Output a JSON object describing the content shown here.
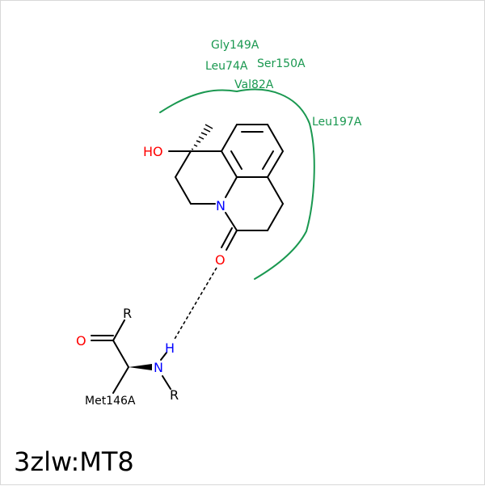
{
  "title": "3zlw:MT8",
  "pocket_residues": [
    "Gly149A",
    "Leu74A",
    "Ser150A",
    "Val82A",
    "Leu197A"
  ],
  "ligand_atoms": {
    "hydroxyl": "HO",
    "ring_nitrogen": "N",
    "carbonyl_oxygen": "O"
  },
  "partner": {
    "residue": "Met146A",
    "carbonyl_oxygen": "O",
    "amide_nitrogen": "N",
    "amide_hydrogen": "H",
    "r_group_top": "R",
    "r_group_bottom": "R"
  },
  "colors": {
    "residue": "#1a9850",
    "nitrogen": "#0000ff",
    "oxygen": "#ff0000",
    "bond": "#000000"
  }
}
